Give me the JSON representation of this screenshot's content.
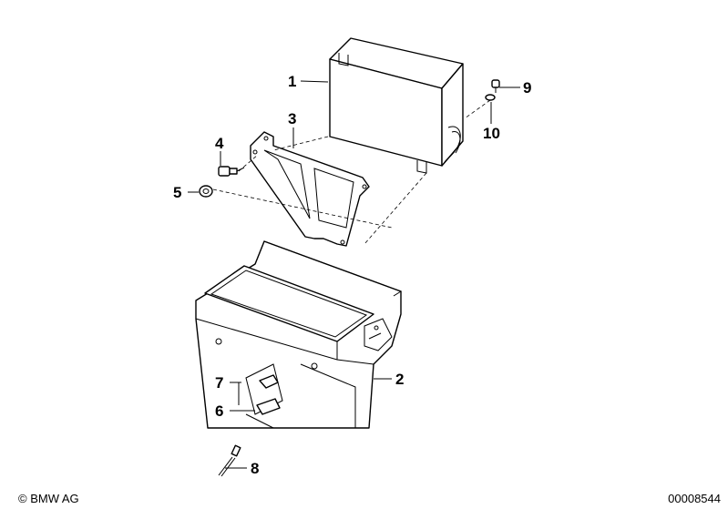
{
  "diagram": {
    "callouts": [
      {
        "id": "c1",
        "label": "1"
      },
      {
        "id": "c2",
        "label": "2"
      },
      {
        "id": "c3",
        "label": "3"
      },
      {
        "id": "c4",
        "label": "4"
      },
      {
        "id": "c5",
        "label": "5"
      },
      {
        "id": "c6",
        "label": "6"
      },
      {
        "id": "c7",
        "label": "7"
      },
      {
        "id": "c8",
        "label": "8"
      },
      {
        "id": "c9",
        "label": "9"
      },
      {
        "id": "c10",
        "label": "10"
      }
    ]
  },
  "footer": {
    "copyright": "© BMW AG",
    "doc_number": "00008544"
  }
}
